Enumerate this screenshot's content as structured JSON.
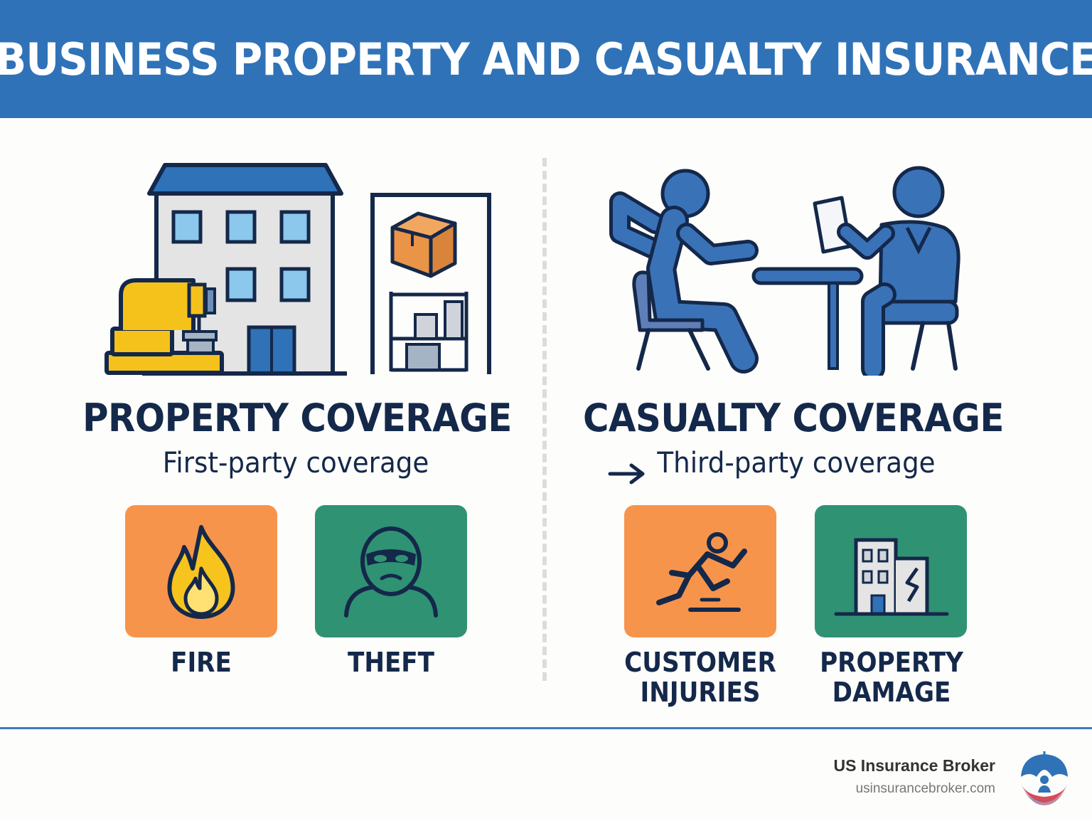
{
  "header": {
    "title": "BUSINESS PROPERTY AND CASUALTY INSURANCE"
  },
  "colors": {
    "header_blue": "#2f72b8",
    "navy_text": "#14284a",
    "orange_tile": "#f7944b",
    "green_tile": "#2f9273",
    "people_blue": "#3a72b8"
  },
  "property": {
    "title": "PROPERTY COVERAGE",
    "subtitle": "First-party coverage",
    "illustration_icons": [
      "building-icon",
      "machine-icon",
      "warehouse-shelf-icon",
      "box-icon"
    ],
    "tiles": [
      {
        "label": "FIRE",
        "icon": "fire-icon"
      },
      {
        "label": "THEFT",
        "icon": "thief-icon"
      }
    ]
  },
  "casualty": {
    "title": "CASUALTY COVERAGE",
    "subtitle": "Third-party coverage",
    "illustration_icons": [
      "customer-seated-icon",
      "table-icon",
      "agent-clipboard-icon"
    ],
    "tiles": [
      {
        "label_lines": [
          "CUSTOMER",
          "INJURIES"
        ],
        "icon": "slip-fall-icon"
      },
      {
        "label_lines": [
          "PROPERTY",
          "DAMAGE"
        ],
        "icon": "damaged-building-icon"
      }
    ]
  },
  "footer": {
    "brand_name": "US Insurance Broker",
    "brand_url": "usinsurancebroker.com"
  }
}
